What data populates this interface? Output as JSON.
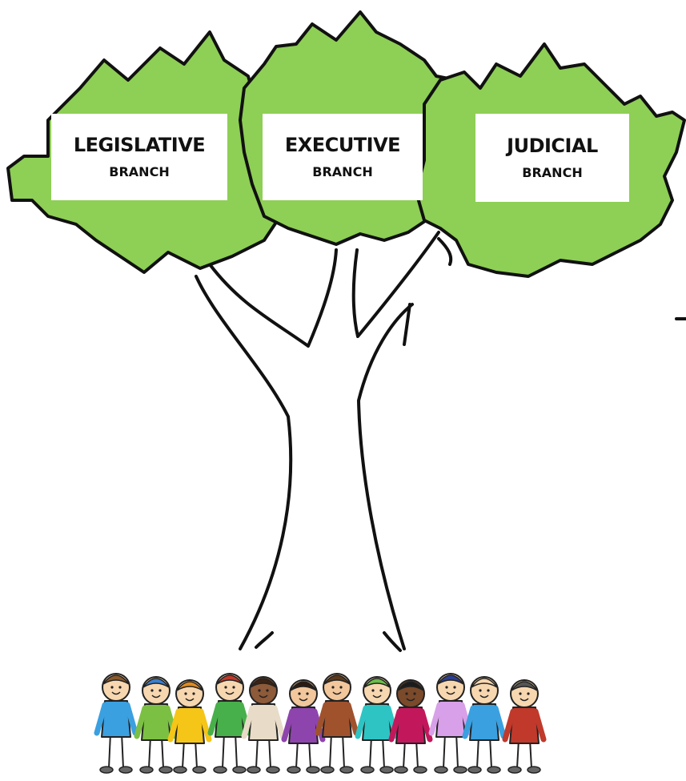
{
  "colors": {
    "canopy": "#8ecf55",
    "outline": "#111111",
    "label_box": "#ffffff"
  },
  "branches": [
    {
      "title": "LEGISLATIVE",
      "subtitle": "BRANCH"
    },
    {
      "title": "EXECUTIVE",
      "subtitle": "BRANCH"
    },
    {
      "title": "JUDICIAL",
      "subtitle": "BRANCH"
    }
  ],
  "people": [
    {
      "shirt": "#3aa0e0",
      "skin": "#f7d7b0",
      "hair": "#8b5a2b"
    },
    {
      "shirt": "#7bc043",
      "skin": "#f7d7b0",
      "hair": "#3a7fd0"
    },
    {
      "shirt": "#f5c518",
      "skin": "#f7d7b0",
      "hair": "#e08a1e"
    },
    {
      "shirt": "#48b04a",
      "skin": "#f7d7b0",
      "hair": "#c0392b"
    },
    {
      "shirt": "#e8dcc8",
      "skin": "#8d5a3a",
      "hair": "#3b2314"
    },
    {
      "shirt": "#8e44ad",
      "skin": "#f2c79c",
      "hair": "#2b1b10"
    },
    {
      "shirt": "#a0522d",
      "skin": "#f2c79c",
      "hair": "#5b3a1c"
    },
    {
      "shirt": "#2ec4c4",
      "skin": "#f7d7b0",
      "hair": "#6abf4b"
    },
    {
      "shirt": "#c2185b",
      "skin": "#7a4a2a",
      "hair": "#1b1b1b"
    },
    {
      "shirt": "#d8a0e8",
      "skin": "#f7d7b0",
      "hair": "#2c3e8f"
    },
    {
      "shirt": "#3aa0e0",
      "skin": "#f7d7b0",
      "hair": "#f7d7b0"
    },
    {
      "shirt": "#c0392b",
      "skin": "#f7d7b0",
      "hair": "#555555"
    }
  ]
}
